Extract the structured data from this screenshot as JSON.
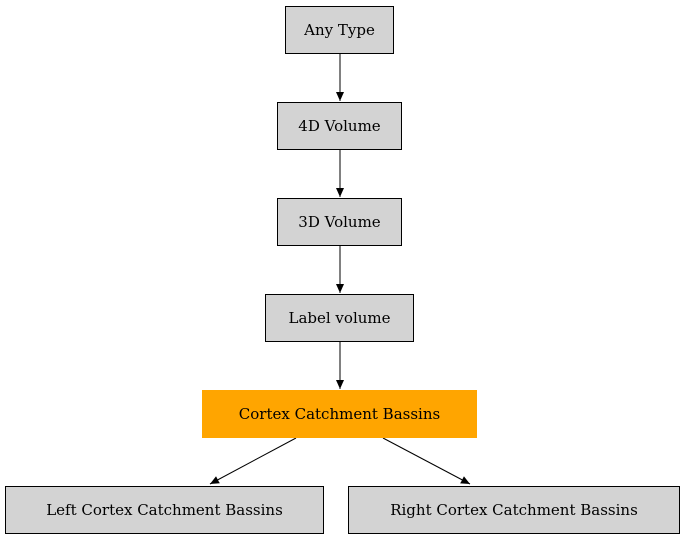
{
  "nodes": {
    "any_type": "Any Type",
    "volume_4d": "4D Volume",
    "volume_3d": "3D Volume",
    "label_volume": "Label volume",
    "cortex_catchment": "Cortex Catchment Bassins",
    "left_cortex": "Left Cortex Catchment Bassins",
    "right_cortex": "Right Cortex Catchment Bassins"
  },
  "colors": {
    "node_fill": "#d3d3d3",
    "highlight_fill": "#ffa500",
    "edge": "#000000"
  }
}
